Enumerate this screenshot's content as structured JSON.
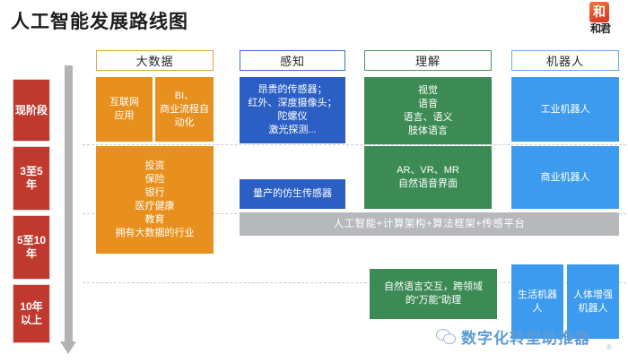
{
  "title": "人工智能发展路线图",
  "logo": {
    "mark_char": "和",
    "word": "和君"
  },
  "timeline": {
    "phases": [
      {
        "label": "现阶段"
      },
      {
        "label": "3至5年"
      },
      {
        "label": "5至10年"
      },
      {
        "label": "10年以上"
      }
    ],
    "arrow_icon": "down-arrow-icon"
  },
  "columns": [
    {
      "key": "big_data",
      "header": "大数据",
      "accent": "#e8901e"
    },
    {
      "key": "perception",
      "header": "感知",
      "accent": "#2b5fc4"
    },
    {
      "key": "understanding",
      "header": "理解",
      "accent": "#3d8b54"
    },
    {
      "key": "robot",
      "header": "机器人",
      "accent": "#3d9bef"
    }
  ],
  "cards": {
    "internet_app": {
      "lines": [
        "互联网",
        "应用"
      ]
    },
    "bi_automation": {
      "lines": [
        "BI、",
        "商业流程自",
        "动化"
      ]
    },
    "data_industries": {
      "lines": [
        "投资",
        "保险",
        "银行",
        "医疗健康",
        "教育",
        "拥有大数据的行业"
      ]
    },
    "expensive_sensors": {
      "lines": [
        "昂贵的传感器；",
        "红外、深度摄像头；",
        "陀螺仪",
        "激光探测..."
      ]
    },
    "biomimetic_sensor": {
      "lines": [
        "量产的仿生传感器"
      ]
    },
    "modalities": {
      "lines": [
        "视觉",
        "语音",
        "语言、语义",
        "肢体语言"
      ]
    },
    "ar_vr_mr": {
      "lines": [
        "AR、VR、MR",
        "自然语音界面"
      ]
    },
    "universal_agent": {
      "lines": [
        "自然语言交互，跨领域",
        "的“万能”助理"
      ]
    },
    "industrial_robot": {
      "lines": [
        "工业机器人"
      ]
    },
    "commercial_robot": {
      "lines": [
        "商业机器人"
      ]
    },
    "life_robot": {
      "lines": [
        "生活机器",
        "人"
      ]
    },
    "augmentation_robot": {
      "lines": [
        "人体增强",
        "机器人"
      ]
    }
  },
  "platform_band": {
    "text": "人工智能+计算架构+算法框架+传感平台",
    "color": "#b6b8bc"
  },
  "watermark": {
    "text": "数字化转型助推器",
    "icon": "wechat-icon",
    "registered_mark": "®",
    "color": "#5b9bd5"
  }
}
